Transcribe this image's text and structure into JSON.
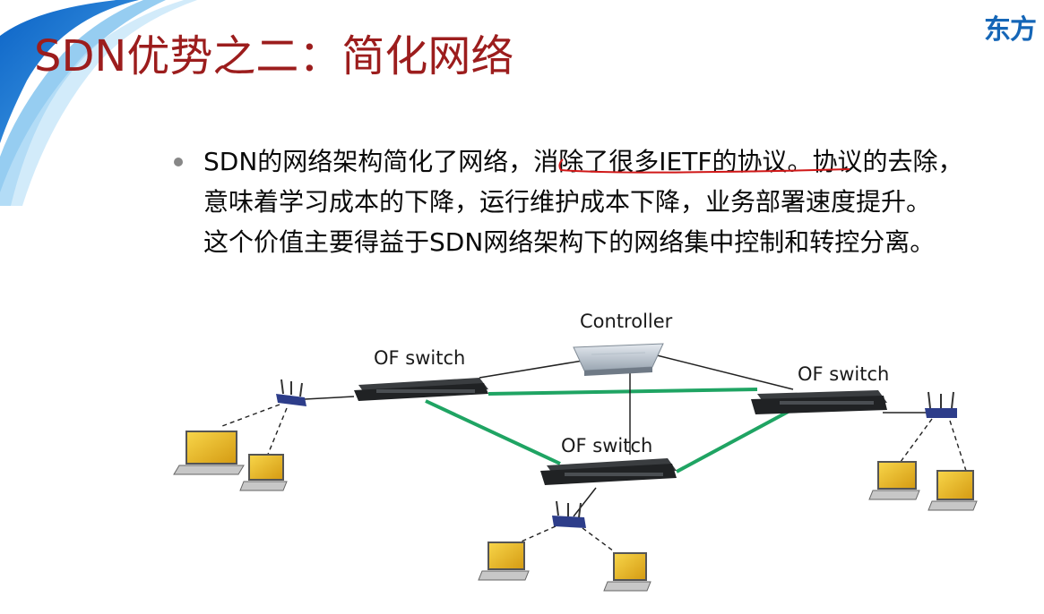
{
  "header": {
    "logo_text": "东方",
    "brand_color": "#1566b7",
    "title": "SDN优势之二：简化网络",
    "title_color": "#9c1d1d"
  },
  "content": {
    "bullet_lines": [
      "SDN的网络架构简化了网络，消除了很多IETF的协议。协议的去除，",
      "意味着学习成本的下降，运行维护成本下降，业务部署速度提升。",
      "这个价值主要得益于SDN网络架构下的网络集中控制和转控分离。"
    ]
  },
  "diagram": {
    "controller_label": "Controller",
    "switch_left_label": "OF switch",
    "switch_right_label": "OF switch",
    "switch_bottom_label": "OF switch",
    "link_color": "#1fa463",
    "icons": [
      "server-icon",
      "switch-icon",
      "wireless-router-icon",
      "laptop-icon"
    ]
  }
}
